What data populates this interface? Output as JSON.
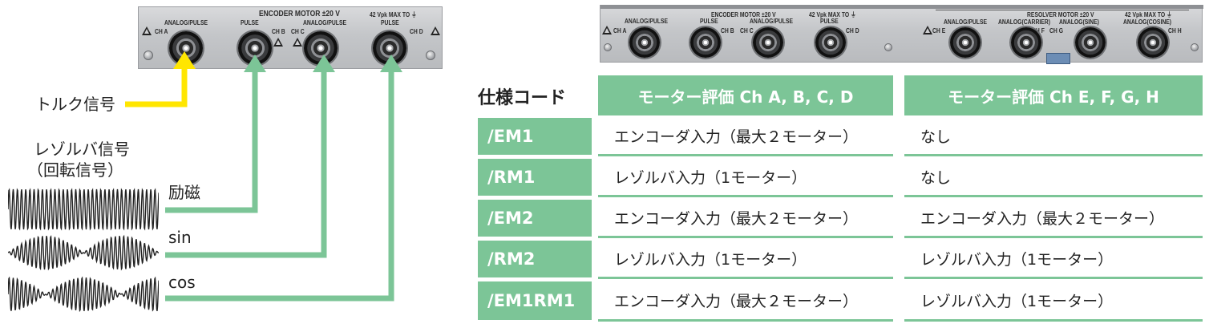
{
  "panel_left": {
    "title": "ENCODER MOTOR ±20 V",
    "max_label": "42 Vpk MAX TO ⏚",
    "labels": {
      "analog_pulse_a": "ANALOG/PULSE",
      "pulse_b": "PULSE",
      "analog_pulse_c": "ANALOG/PULSE",
      "pulse_d": "PULSE"
    },
    "channels": [
      "CH A",
      "CH B",
      "CH C",
      "CH D"
    ]
  },
  "panel_right": {
    "encoder_title": "ENCODER MOTOR ±20 V",
    "encoder_max": "42 Vpk MAX TO ⏚",
    "encoder_labels": [
      "ANALOG/PULSE",
      "PULSE",
      "ANALOG/PULSE",
      "PULSE"
    ],
    "encoder_channels": [
      "CH A",
      "CH B",
      "CH C",
      "CH D"
    ],
    "resolver_title": "RESOLVER MOTOR ±20 V",
    "resolver_max": "42 Vpk MAX TO ⏚",
    "resolver_labels": [
      "ANALOG/PULSE",
      "ANALOG(CARRIER)",
      "ANALOG(SINE)",
      "ANALOG(COSINE)"
    ],
    "resolver_channels": [
      "CH E",
      "CH F",
      "CH G",
      "CH H"
    ]
  },
  "signals": {
    "torque": "トルク信号",
    "resolver_title_line1": "レゾルバ信号",
    "resolver_title_line2": "（回転信号）",
    "excitation": "励磁",
    "sin": "sin",
    "cos": "cos"
  },
  "colors": {
    "torque_line": "#ffe600",
    "signal_line": "#7cc597",
    "table_accent": "#7cc597"
  },
  "table": {
    "corner": "仕様コード",
    "headers": [
      "モーター評価 Ch A, B, C, D",
      "モーター評価 Ch E, F, G, H"
    ],
    "rows": [
      {
        "code": "/EM1",
        "ch_abcd": "エンコーダ入力（最大２モーター）",
        "ch_efgh": "なし"
      },
      {
        "code": "/RM1",
        "ch_abcd": "レゾルバ入力（1モーター）",
        "ch_efgh": "なし"
      },
      {
        "code": "/EM2",
        "ch_abcd": "エンコーダ入力（最大２モーター）",
        "ch_efgh": "エンコーダ入力（最大２モーター）"
      },
      {
        "code": "/RM2",
        "ch_abcd": "レゾルバ入力（1モーター）",
        "ch_efgh": "レゾルバ入力（1モーター）"
      },
      {
        "code": "/EM1RM1",
        "ch_abcd": "エンコーダ入力（最大２モーター）",
        "ch_efgh": "レゾルバ入力（1モーター）"
      }
    ]
  }
}
